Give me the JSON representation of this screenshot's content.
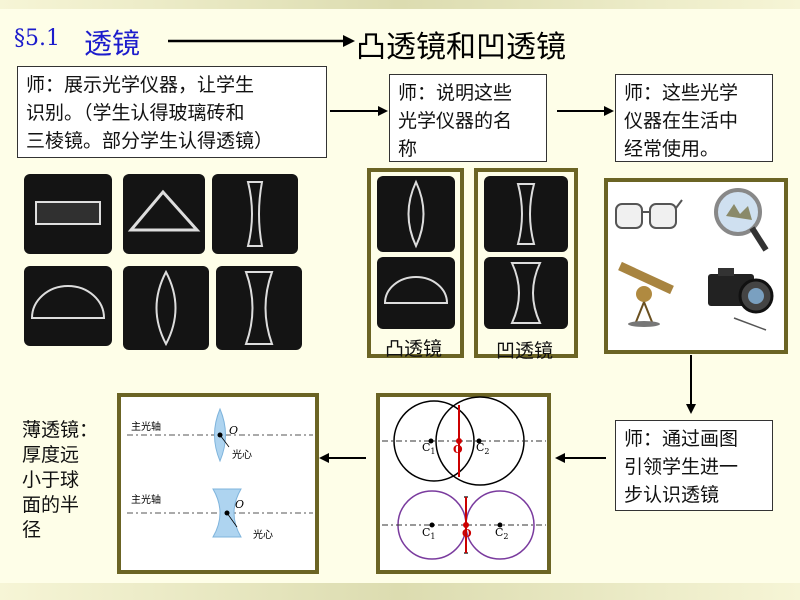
{
  "colors": {
    "background": "#fefee8",
    "frame": "#6b6424",
    "title_blue": "#1c1ccc",
    "circle_black": "#000000",
    "circle_purple": "#7a3b9e",
    "axis_red": "#cc0000",
    "lens_blue": "#aed4f0"
  },
  "header": {
    "section": "§5.1",
    "topic": "透镜",
    "title": "凸透镜和凹透镜"
  },
  "boxes": {
    "b1": [
      "师：展示光学仪器，让学生",
      "识别。（学生认得玻璃砖和",
      "三棱镜。部分学生认得透镜）"
    ],
    "b2": [
      "师：说明这些",
      "光学仪器的名",
      "称"
    ],
    "b3": [
      "师：这些光学",
      "仪器在生活中",
      "经常使用。"
    ],
    "b4": [
      "师：通过画图",
      "引领学生进一",
      "步认识透镜"
    ]
  },
  "labels": {
    "convex": "凸透镜",
    "concave": "凹透镜"
  },
  "thin_lens_note": [
    "薄透镜：",
    "厚度远",
    "小于球",
    "面的半",
    "径"
  ],
  "diagram_left": {
    "axis_label": "主光轴",
    "origin": "O",
    "center": "光心"
  },
  "diagram_circles": {
    "c1": "C",
    "c2": "C",
    "sub1": "1",
    "sub2": "2",
    "origin": "O"
  },
  "icons": [
    "glasses-icon",
    "magnifier-icon",
    "telescope-icon",
    "camera-icon"
  ]
}
